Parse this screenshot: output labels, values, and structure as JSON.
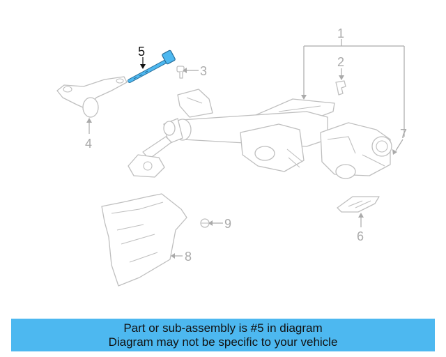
{
  "callouts": {
    "c1": "1",
    "c2": "2",
    "c3": "3",
    "c4": "4",
    "c5": "5",
    "c6": "6",
    "c7": "7",
    "c8": "8",
    "c9": "9"
  },
  "highlighted_part": "5",
  "colors": {
    "highlight": "#4db8f0",
    "parts": "#bfbfbf",
    "callout_text": "#aaaaaa",
    "banner_bg": "#4db8f0"
  },
  "banner": {
    "line1": "Part or sub-assembly is #5 in diagram",
    "line2": "Diagram may not be specific to your vehicle"
  }
}
